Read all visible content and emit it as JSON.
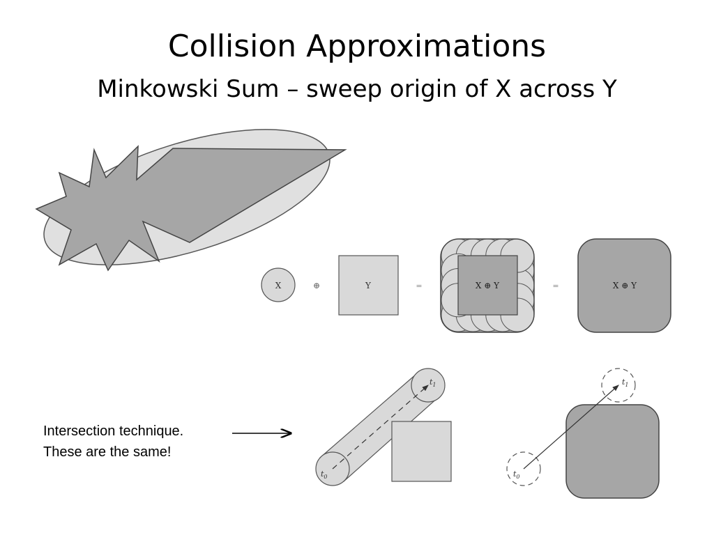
{
  "slide": {
    "title": "Collision Approximations",
    "subtitle": "Minkowski Sum – sweep origin of X across Y"
  },
  "minkowski_row": {
    "x_label": "X",
    "plus_symbol": "⊕",
    "y_label": "Y",
    "equals_symbol": "=",
    "sum_label": "X ⊕ Y"
  },
  "sweep": {
    "t0_label": "t",
    "t0_sub": "0",
    "t1_label": "t",
    "t1_sub": "1"
  },
  "note": {
    "line1": "Intersection technique.",
    "line2": "These are the same!"
  },
  "colors": {
    "shape_dark": "#a6a6a6",
    "shape_light": "#d9d9d9",
    "ellipse_fill": "#e0e0e0",
    "stroke": "#555555"
  }
}
